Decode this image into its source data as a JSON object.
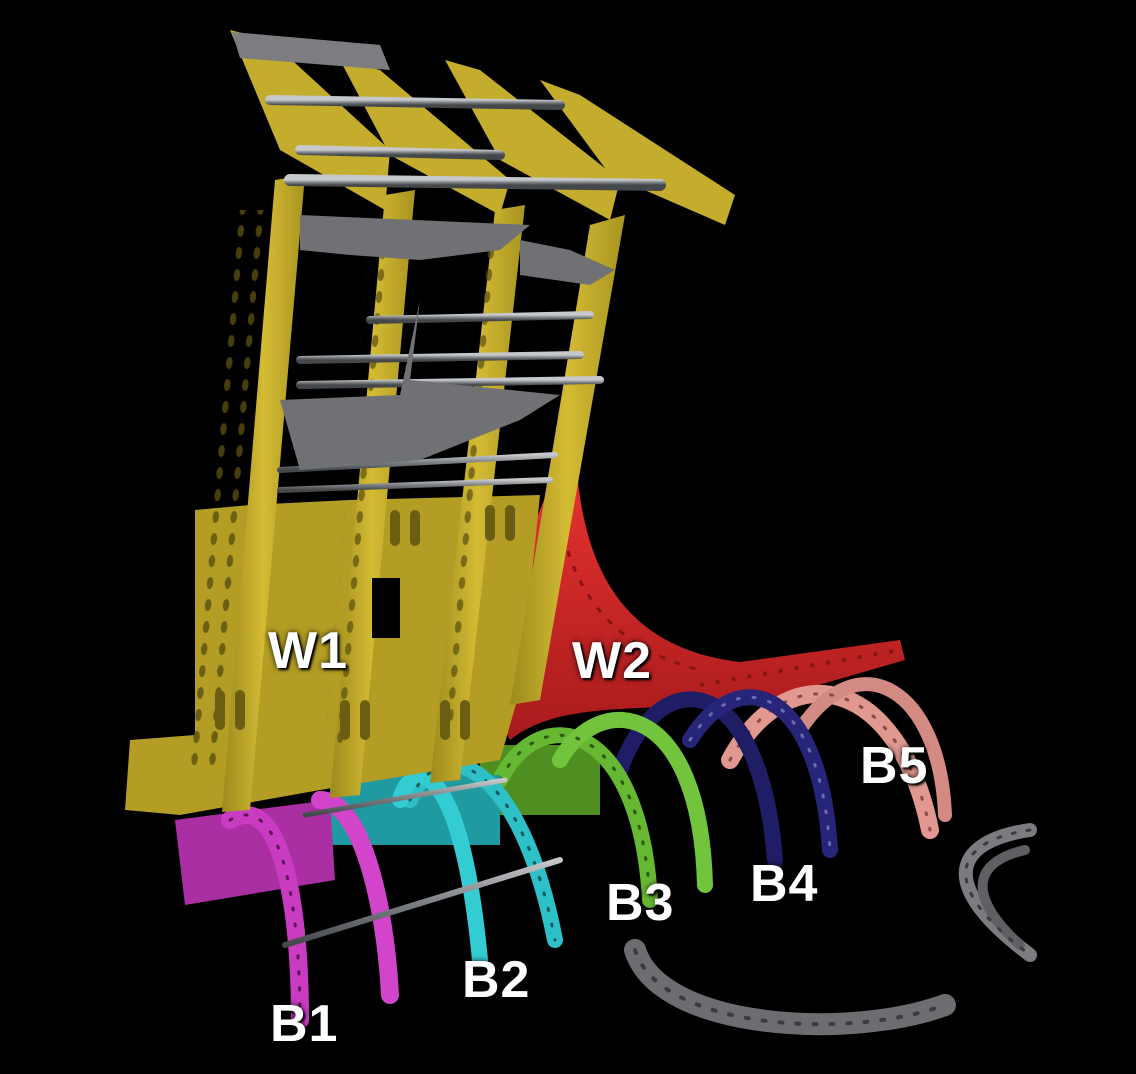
{
  "colors": {
    "background": "#000000",
    "w1": "#c9b12c",
    "w2": "#d8272a",
    "b1": "#c93bc0",
    "b2": "#2ec0c7",
    "b3": "#66b832",
    "b4": "#1e1d66",
    "b5": "#e19890",
    "rod": "#8f9296",
    "loose_part": "#707274",
    "label": "#ffffff"
  },
  "labels": {
    "w1": "W1",
    "w2": "W2",
    "b1": "B1",
    "b2": "B2",
    "b3": "B3",
    "b4": "B4",
    "b5": "B5"
  }
}
